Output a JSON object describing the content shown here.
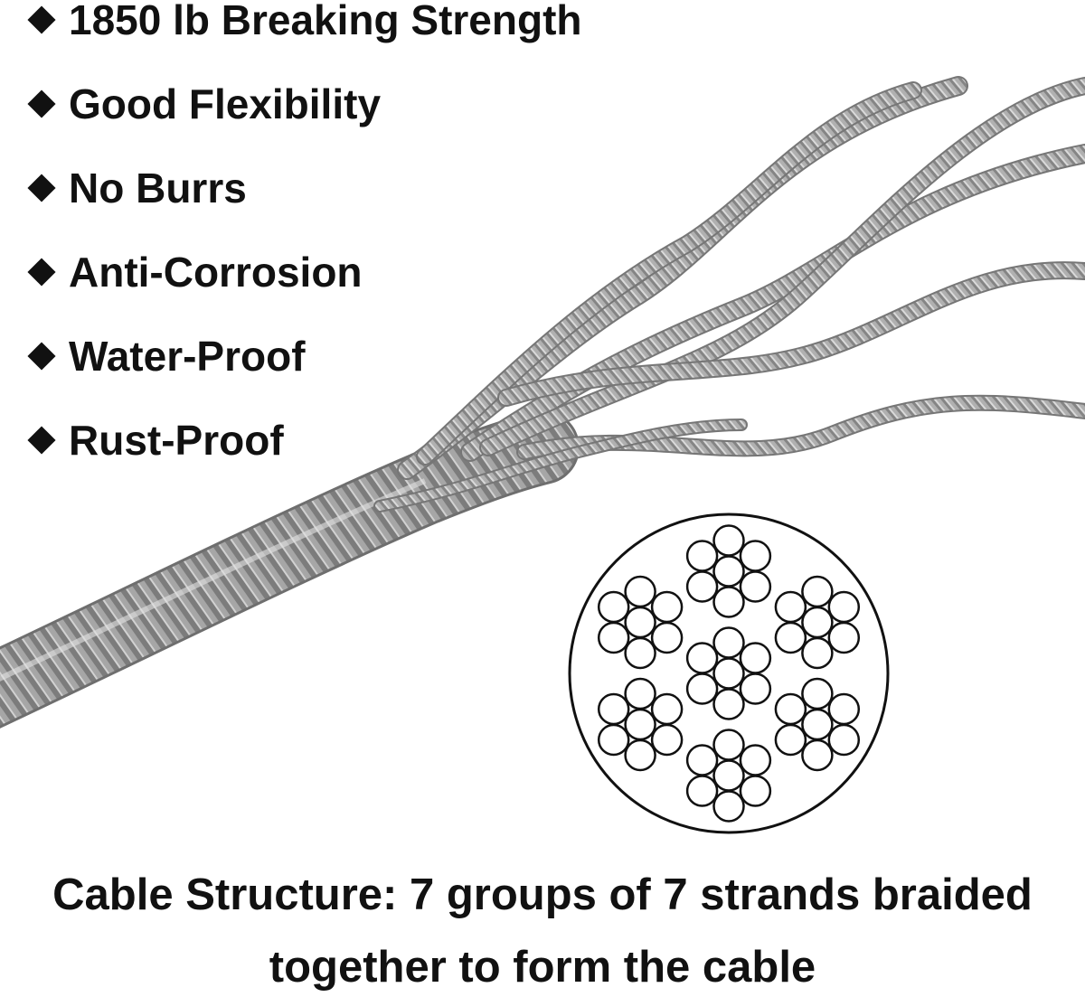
{
  "features": [
    "1850 lb Breaking Strength",
    "Good Flexibility",
    "No Burrs",
    "Anti-Corrosion",
    "Water-Proof",
    "Rust-Proof"
  ],
  "caption": {
    "line1": "Cable Structure: 7 groups of 7 strands braided",
    "line2": "together to form the cable"
  },
  "colors": {
    "text": "#111111",
    "cable": "#8f8f8f",
    "background": "#ffffff"
  },
  "icons": {
    "bullet": "diamond-bullet-icon",
    "diagram": "cable-cross-section-diagram"
  }
}
